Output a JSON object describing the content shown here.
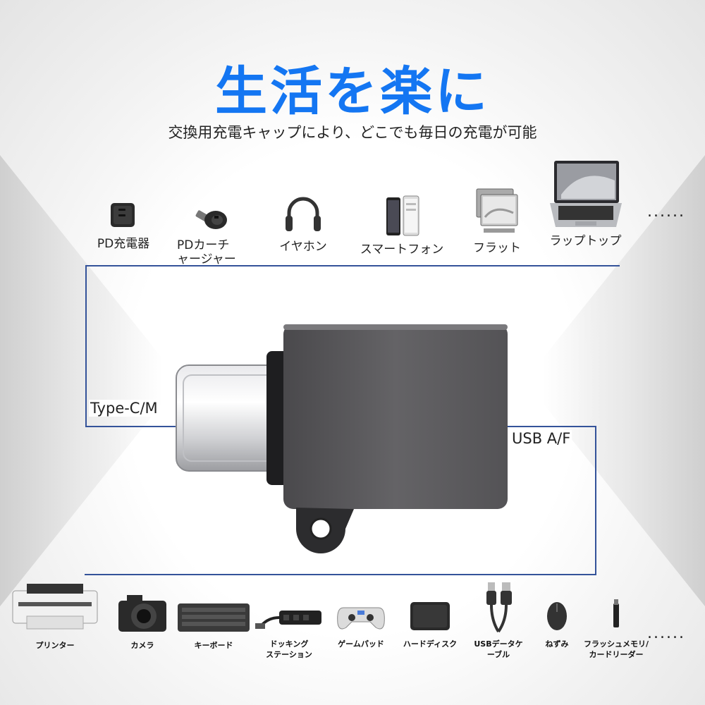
{
  "headline": "生活を楽に",
  "subline": "交換用充電キャップにより、どこでも毎日の充電が可能",
  "top_devices": [
    {
      "label": "PD充電器",
      "icon": "charger-icon"
    },
    {
      "label_line1": "PDカーチ",
      "label_line2": "ャージャー",
      "icon": "car-charger-icon"
    },
    {
      "label": "イヤホン",
      "icon": "headphones-icon"
    },
    {
      "label": "スマートフォン",
      "icon": "smartphone-icon"
    },
    {
      "label": "フラット",
      "icon": "tablet-icon"
    },
    {
      "label": "ラップトップ",
      "icon": "laptop-icon"
    }
  ],
  "more_top": "......",
  "ports": {
    "left": "Type-C/M",
    "right": "USB A/F"
  },
  "bottom_devices": [
    {
      "label": "プリンター",
      "icon": "printer-icon"
    },
    {
      "label": "カメラ",
      "icon": "camera-icon"
    },
    {
      "label": "キーボード",
      "icon": "keyboard-icon"
    },
    {
      "label_line1": "ドッキング",
      "label_line2": "ステーション",
      "icon": "usb-hub-icon"
    },
    {
      "label": "ゲームパッド",
      "icon": "gamepad-icon"
    },
    {
      "label": "ハードディスク",
      "icon": "hard-disk-icon"
    },
    {
      "label_line1": "USBデータケ",
      "label_line2": "ーブル",
      "icon": "usb-cable-icon"
    },
    {
      "label": "ねずみ",
      "icon": "mouse-icon"
    },
    {
      "label_line1": "フラッシュメモリ/",
      "label_line2": "カードリーダー",
      "icon": "flash-drive-icon"
    }
  ],
  "more_bottom": "......",
  "colors": {
    "headline": "#1476f2",
    "connector_line": "#34539a",
    "adapter_body": "#5d5c5f"
  }
}
